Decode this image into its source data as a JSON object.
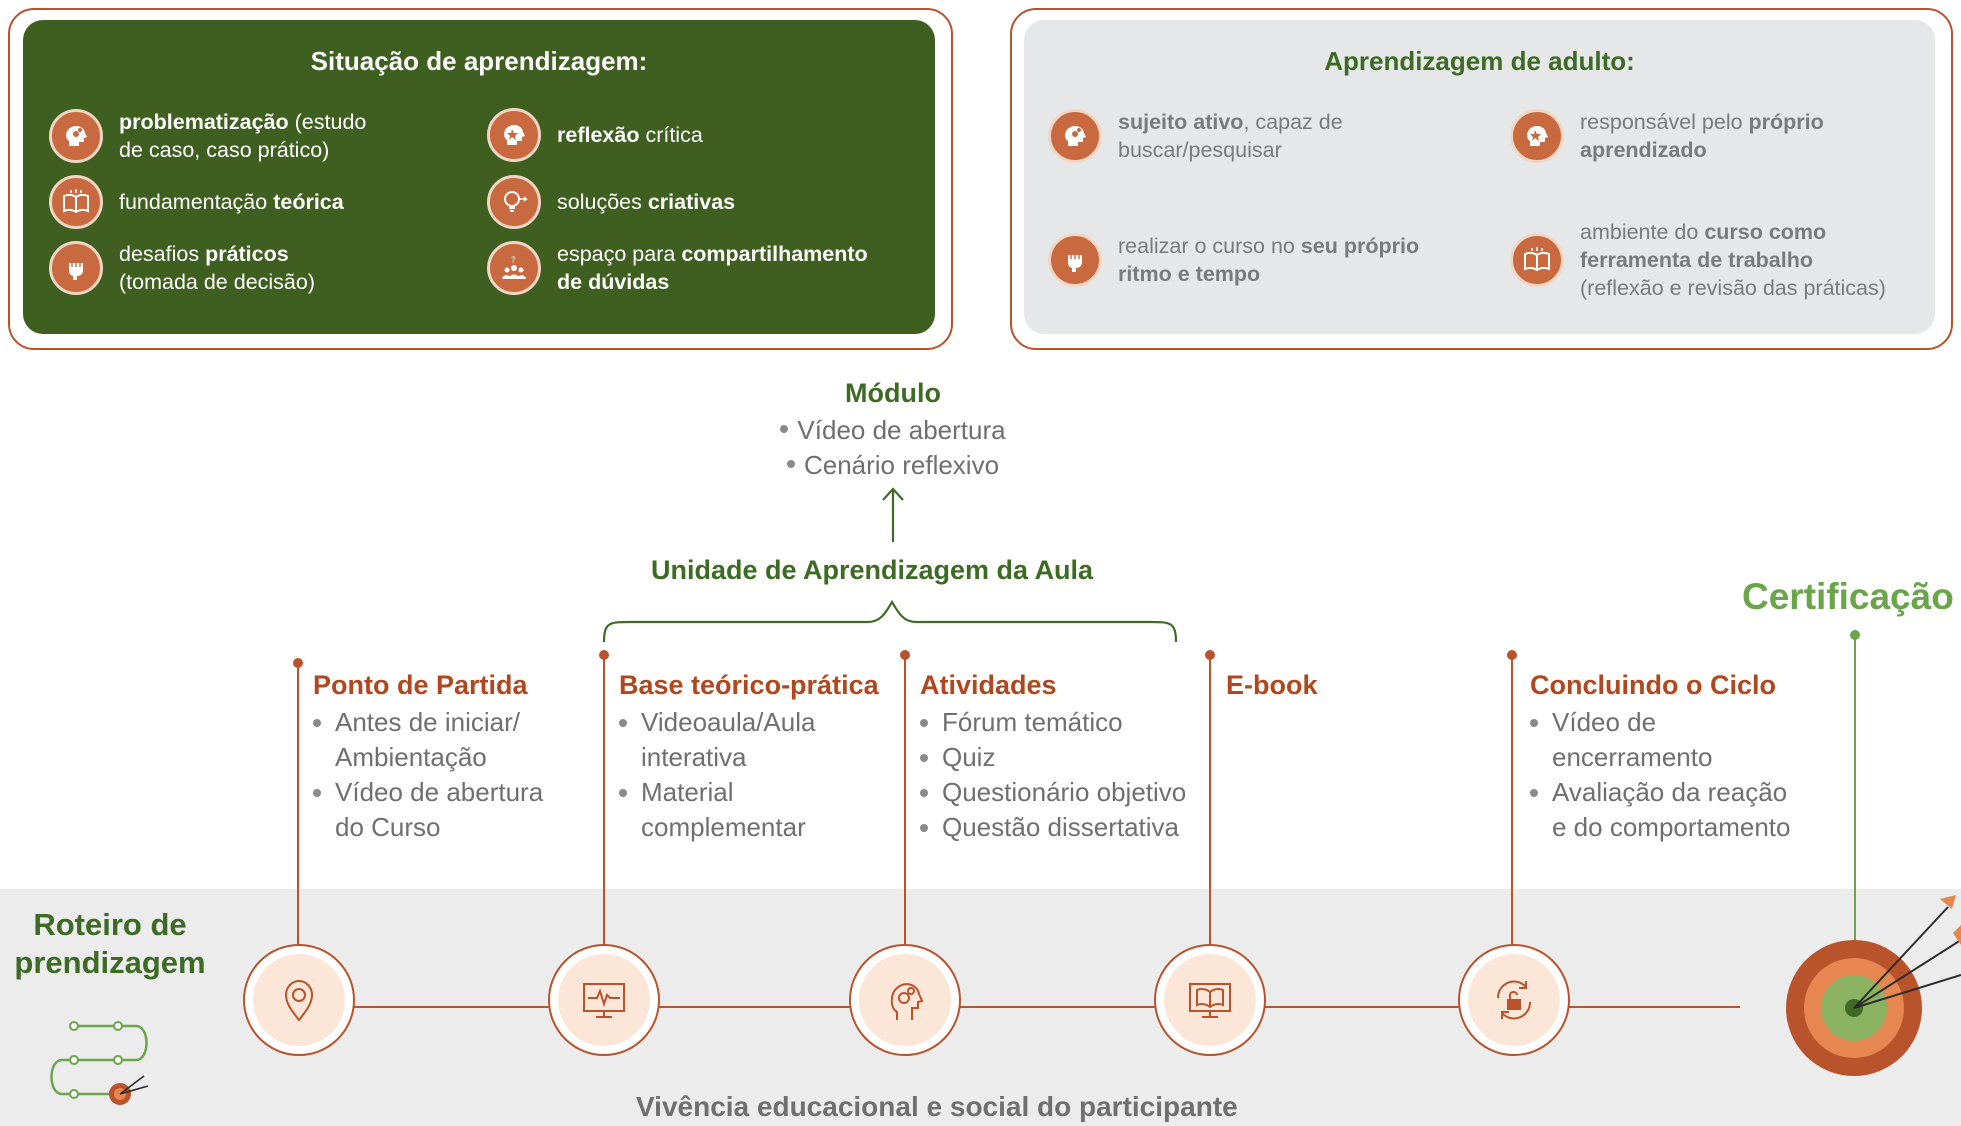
{
  "situacao": {
    "title": "Situação de aprendizagem:",
    "items": [
      {
        "icon": "brain-gears-icon",
        "pre": "",
        "bold": "problematização",
        "post": " (estudo",
        "line2": "de caso, caso prático)"
      },
      {
        "icon": "brain-spark-icon",
        "pre": "",
        "bold": "reflexão",
        "post": " crítica",
        "line2": ""
      },
      {
        "icon": "open-book-icon",
        "pre": "fundamentação ",
        "bold": "teórica",
        "post": "",
        "line2": ""
      },
      {
        "icon": "lightbulb-icon",
        "pre": "soluções ",
        "bold": "criativas",
        "post": "",
        "line2": ""
      },
      {
        "icon": "raised-fist-icon",
        "pre": "desafios ",
        "bold": "práticos",
        "post": "",
        "line2": "(tomada de decisão)"
      },
      {
        "icon": "group-question-icon",
        "pre": "espaço para ",
        "bold": "compartilhamento",
        "post": "",
        "line2b": "de dúvidas"
      }
    ]
  },
  "adulto": {
    "title": "Aprendizagem de adulto:",
    "items": [
      {
        "icon": "brain-gears-icon",
        "l1_bold": "sujeito ativo",
        "l1": ", capaz de",
        "l2": "buscar/pesquisar"
      },
      {
        "icon": "brain-spark-icon",
        "l1": "responsável pelo ",
        "l1_bold": "próprio",
        "l2_bold": "aprendizado"
      },
      {
        "icon": "raised-fist-icon",
        "l1": "realizar o curso no ",
        "l1_bold": "seu próprio",
        "l2_bold": "ritmo e tempo"
      },
      {
        "icon": "open-book-icon",
        "l1": "ambiente do ",
        "l1_bold": "curso como",
        "l2_bold": "ferramenta de trabalho",
        "l3": "(reflexão e revisão das práticas)"
      }
    ]
  },
  "modulo": {
    "title": "Módulo",
    "items": [
      "Vídeo de abertura",
      "Cenário reflexivo"
    ]
  },
  "unidade": "Unidade de Aprendizagem da Aula",
  "stages": [
    {
      "title": "Ponto de Partida",
      "items": [
        [
          "Antes de iniciar/",
          "Ambientação"
        ],
        [
          "Vídeo de abertura",
          "do Curso"
        ]
      ],
      "icon": "location-pin-icon"
    },
    {
      "title": "Base teórico-prática",
      "items": [
        [
          "Videoaula/Aula",
          "interativa"
        ],
        [
          "Material",
          "complementar"
        ]
      ],
      "icon": "monitor-pulse-icon"
    },
    {
      "title": "Atividades",
      "items": [
        [
          "Fórum temático"
        ],
        [
          "Quiz"
        ],
        [
          "Questionário objetivo"
        ],
        [
          "Questão dissertativa"
        ]
      ],
      "icon": "head-gears-icon"
    },
    {
      "title": "E-book",
      "items": [],
      "icon": "ebook-monitor-icon"
    },
    {
      "title": "Concluindo o Ciclo",
      "items": [
        [
          "Vídeo de",
          "encerramento"
        ],
        [
          "Avaliação da reação",
          "e do comportamento"
        ]
      ],
      "icon": "unlock-cycle-icon"
    }
  ],
  "certificacao": "Certificação",
  "roteiro": [
    "Roteiro de",
    "prendizagem"
  ],
  "footer": "Vivência educacional e social do participante",
  "colors": {
    "accent": "#b8532c",
    "green": "#3d6b24",
    "green_box": "#3e5f20",
    "gray_box": "#e6e7e9",
    "band": "#ececec",
    "cert": "#6aa54a"
  }
}
